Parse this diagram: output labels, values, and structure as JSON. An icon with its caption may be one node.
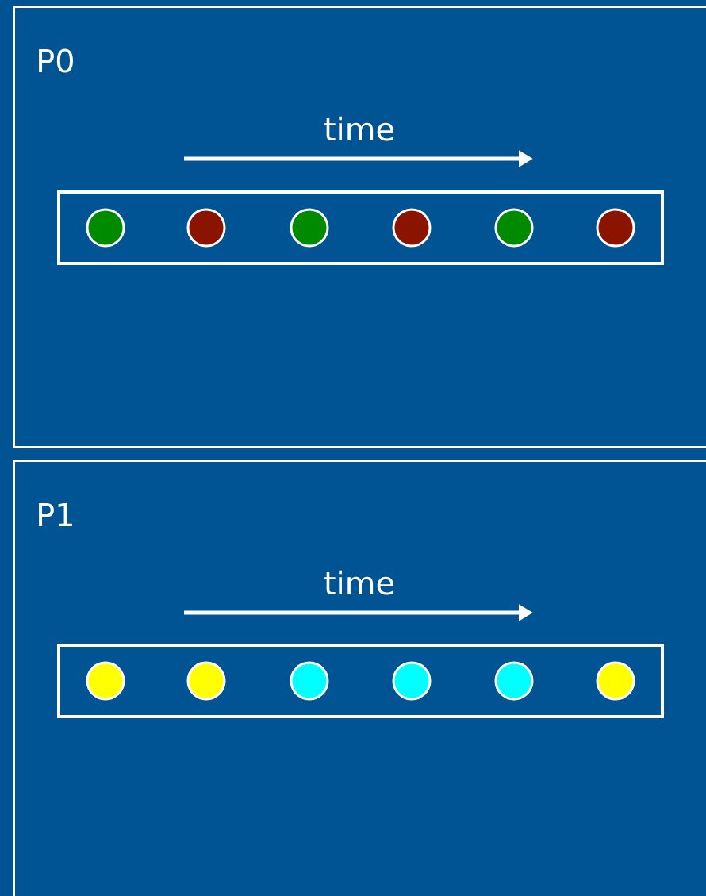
{
  "diagram": {
    "nodes": [
      {
        "text": [
          "P0"
        ]
      },
      {
        "text": [],
        "shape": "box",
        "in": 0
      },
      {
        "text": [],
        "shape": "circle",
        "in": 1
      },
      {
        "text": [],
        "shape": "circle",
        "in": 1
      },
      {
        "text": [],
        "shape": "circle",
        "in": 1
      },
      {
        "text": [],
        "shape": "circle",
        "in": 1
      },
      {
        "text": [],
        "shape": "circle",
        "in": 1
      },
      {
        "text": [],
        "shape": "circle",
        "in": 1
      },
      {
        "text": [
          "P1"
        ]
      },
      {
        "text": [],
        "shape": "box",
        "in": 8
      },
      {
        "text": [],
        "shape": "circle",
        "in": 9
      },
      {
        "text": [],
        "shape": "circle",
        "in": 9
      },
      {
        "text": [],
        "shape": "circle",
        "in": 9
      },
      {
        "text": [],
        "shape": "circle",
        "in": 9
      },
      {
        "text": [],
        "shape": "circle",
        "in": 9
      },
      {
        "text": [],
        "shape": "circle",
        "in": 9
      }
    ],
    "edges": [],
    "labels": [
      "time",
      "time"
    ]
  }
}
